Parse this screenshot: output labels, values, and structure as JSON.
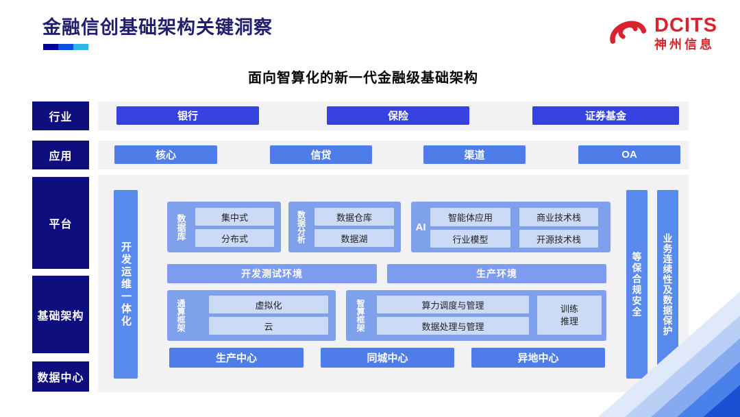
{
  "header": {
    "title": "金融信创基础架构关键洞察",
    "logo": {
      "name": "DCITS",
      "subname": "神州信息"
    }
  },
  "subtitle": "面向智算化的新一代金融级基础架构",
  "sidebar": {
    "items": [
      {
        "label": "行业"
      },
      {
        "label": "应用"
      },
      {
        "label": "平台"
      },
      {
        "label": "基础架构"
      },
      {
        "label": "数据中心"
      }
    ]
  },
  "industry_row": {
    "buttons": [
      {
        "label": "银行"
      },
      {
        "label": "保险"
      },
      {
        "label": "证券基金"
      }
    ]
  },
  "application_row": {
    "buttons": [
      {
        "label": "核心"
      },
      {
        "label": "信贷"
      },
      {
        "label": "渠道"
      },
      {
        "label": "OA"
      }
    ]
  },
  "platform": {
    "devops_bar": "开发运维一体化",
    "groups": {
      "database": {
        "label": "数据库",
        "items": [
          "集中式",
          "分布式"
        ]
      },
      "analytics": {
        "label": "数据分析",
        "items": [
          "数据仓库",
          "数据湖"
        ]
      },
      "ai": {
        "label": "AI",
        "items": [
          "智能体应用",
          "商业技术栈",
          "行业模型",
          "开源技术栈"
        ]
      }
    },
    "env_bars": [
      "开发测试环境",
      "生产环境"
    ],
    "compute": {
      "general": {
        "label": "通算框架",
        "items": [
          "虚拟化",
          "云"
        ]
      },
      "intelligent": {
        "label": "智算框架",
        "items": [
          "算力调度与管理",
          "数据处理与管理"
        ],
        "side_box_lines": [
          "训练",
          "推理"
        ]
      }
    },
    "centers": [
      "生产中心",
      "同城中心",
      "异地中心"
    ],
    "right_bars": [
      "等保合规安全",
      "业务连续性及数据保护"
    ]
  },
  "colors": {
    "brand_red": "#D9232E",
    "title_navy": "#221E6B",
    "sidebar_navy": "#0E0E7E",
    "industry_blue": "#3642E0",
    "medium_blue": "#4E7CE8",
    "vertical_bar_blue": "#5889EC",
    "group_blue": "#7FA0EA",
    "light_cell_blue": "#CBDAF6",
    "underline_segments": [
      "#020295",
      "#0A4FE0",
      "#2CB6E2"
    ]
  }
}
